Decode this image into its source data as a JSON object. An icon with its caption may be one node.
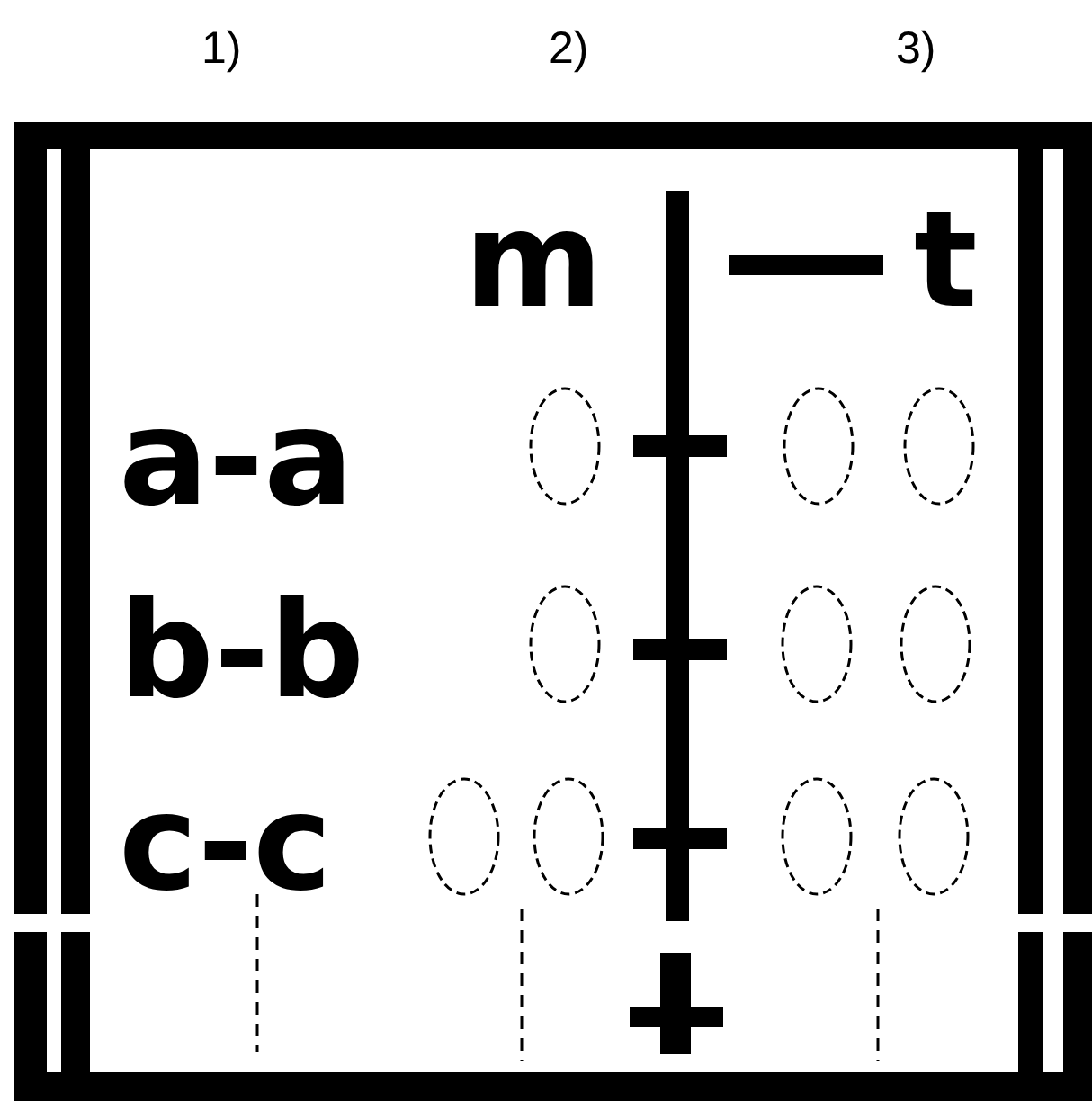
{
  "diagram": {
    "labels": [
      "1)",
      "2)",
      "3)",
      "m",
      "t",
      "a-a",
      "b-b",
      "c-c"
    ]
  }
}
